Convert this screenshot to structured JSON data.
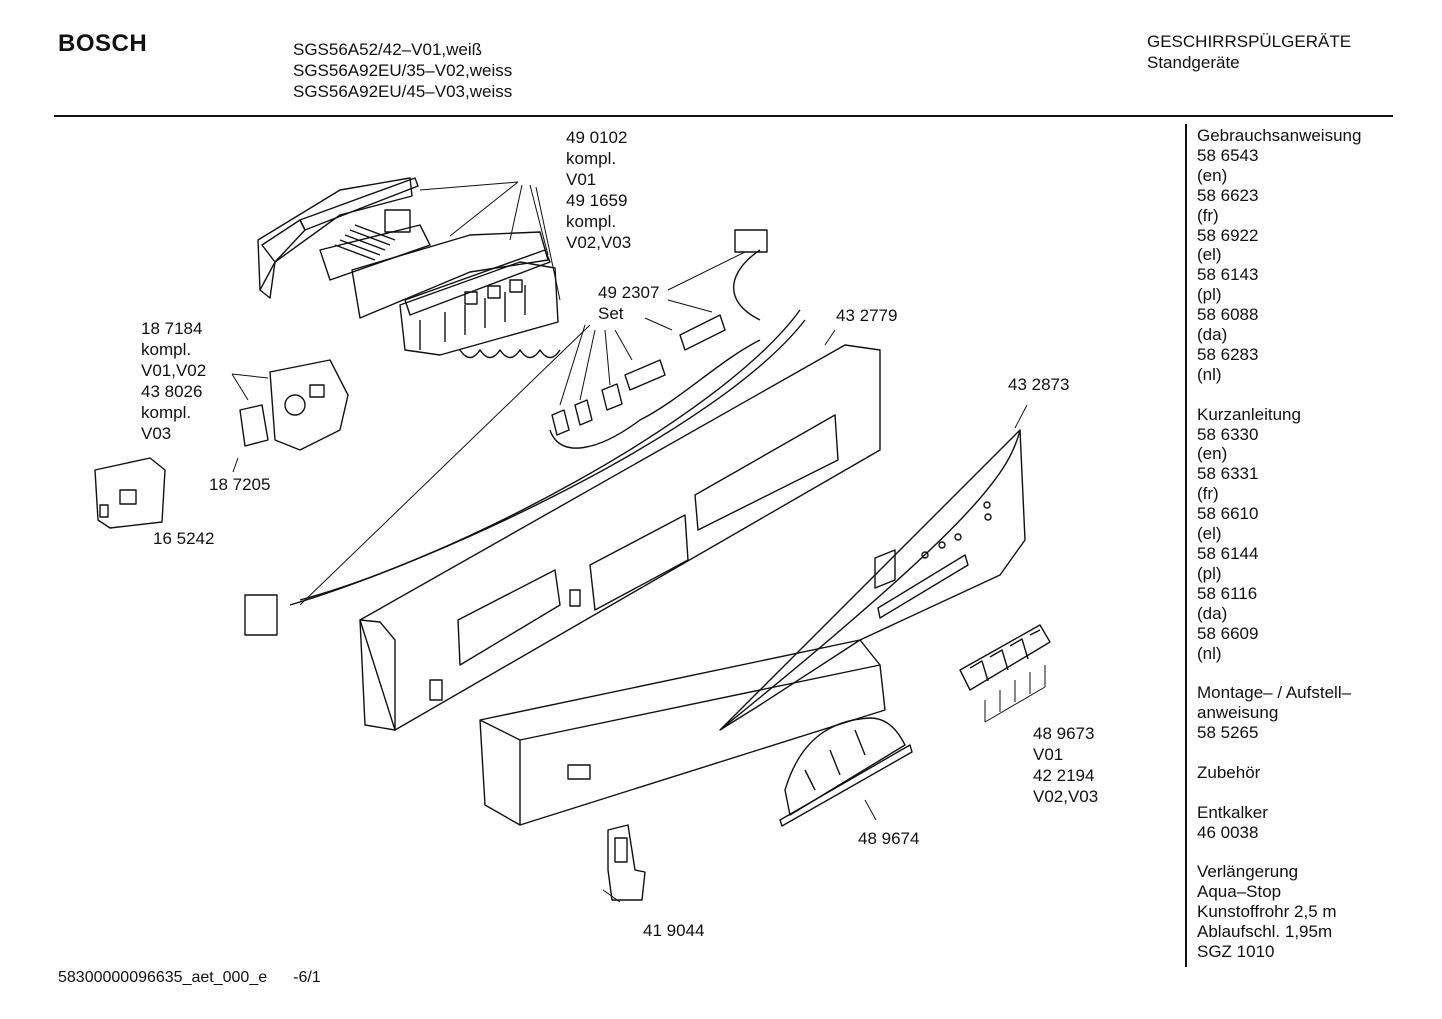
{
  "header": {
    "brand": "BOSCH",
    "models": [
      "SGS56A52/42–V01,weiß",
      "SGS56A92EU/35–V02,weiss",
      "SGS56A92EU/45–V03,weiss"
    ],
    "category": "GESCHIRRSPÜLGERÄTE",
    "subcategory": "Standgeräte"
  },
  "part_labels": [
    {
      "id": "p490102",
      "lines": [
        "49 0102",
        "kompl.",
        "V01",
        "49 1659",
        "kompl.",
        "V02,V03"
      ]
    },
    {
      "id": "p492307",
      "lines": [
        "49 2307",
        "Set"
      ]
    },
    {
      "id": "p432779",
      "lines": [
        "43 2779"
      ]
    },
    {
      "id": "p432873",
      "lines": [
        "43 2873"
      ]
    },
    {
      "id": "p187184",
      "lines": [
        "18 7184",
        "kompl.",
        "V01,V02",
        "43 8026",
        "kompl.",
        "V03"
      ]
    },
    {
      "id": "p187205",
      "lines": [
        "18 7205"
      ]
    },
    {
      "id": "p165242",
      "lines": [
        "16 5242"
      ]
    },
    {
      "id": "p489673",
      "lines": [
        "48 9673",
        "V01",
        "42 2194",
        "V02,V03"
      ]
    },
    {
      "id": "p489674",
      "lines": [
        "48 9674"
      ]
    },
    {
      "id": "p419044",
      "lines": [
        "41 9044"
      ]
    }
  ],
  "sidebar": {
    "groups": [
      [
        "Gebrauchsanweisung",
        "58 6543",
        "(en)",
        "58 6623",
        "(fr)",
        "58 6922",
        "(el)",
        "58 6143",
        "(pl)",
        "58 6088",
        "(da)",
        "58 6283",
        "(nl)"
      ],
      [
        "Kurzanleitung",
        "58 6330",
        "(en)",
        "58 6331",
        "(fr)",
        "58 6610",
        "(el)",
        "58 6144",
        "(pl)",
        "58 6116",
        "(da)",
        "58 6609",
        "(nl)"
      ],
      [
        "Montage– / Aufstell–",
        "anweisung",
        "58 5265"
      ],
      [
        "Zubehör"
      ],
      [
        "Entkalker",
        "46 0038"
      ],
      [
        "Verlängerung",
        "Aqua–Stop",
        "Kunstoffrohr 2,5 m",
        "Ablaufschl. 1,95m",
        "SGZ 1010"
      ]
    ]
  },
  "footer": {
    "doc_id": "58300000096635_aet_000_e",
    "page": "-6/1"
  }
}
